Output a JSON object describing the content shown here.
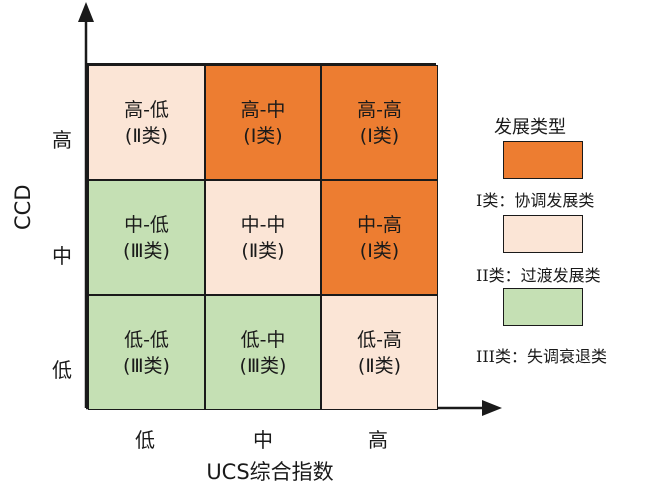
{
  "axes": {
    "x_title": "UCS综合指数",
    "y_title": "CCD",
    "x_ticks": [
      "低",
      "中",
      "高"
    ],
    "y_ticks": [
      "高",
      "中",
      "低"
    ]
  },
  "matrix": {
    "rows": [
      [
        {
          "level": "高-低",
          "type": "(Ⅱ类)",
          "class": "II"
        },
        {
          "level": "高-中",
          "type": "(Ⅰ类)",
          "class": "I"
        },
        {
          "level": "高-高",
          "type": "(Ⅰ类)",
          "class": "I"
        }
      ],
      [
        {
          "level": "中-低",
          "type": "(Ⅲ类)",
          "class": "III"
        },
        {
          "level": "中-中",
          "type": "(Ⅱ类)",
          "class": "II"
        },
        {
          "level": "中-高",
          "type": "(Ⅰ类)",
          "class": "I"
        }
      ],
      [
        {
          "level": "低-低",
          "type": "(Ⅲ类)",
          "class": "III"
        },
        {
          "level": "低-中",
          "type": "(Ⅲ类)",
          "class": "III"
        },
        {
          "level": "低-高",
          "type": "(Ⅱ类)",
          "class": "II"
        }
      ]
    ]
  },
  "legend": {
    "title": "发展类型",
    "items": [
      {
        "label": "I类：协调发展类",
        "color": "#ed7d31"
      },
      {
        "label": "II类：过渡发展类",
        "color": "#fbe5d6"
      },
      {
        "label": "III类：失调衰退类",
        "color": "#c5e0b4"
      }
    ]
  },
  "colors": {
    "class_I": "#ed7d31",
    "class_II": "#fbe5d6",
    "class_III": "#c5e0b4",
    "line": "#1a1a1a"
  }
}
